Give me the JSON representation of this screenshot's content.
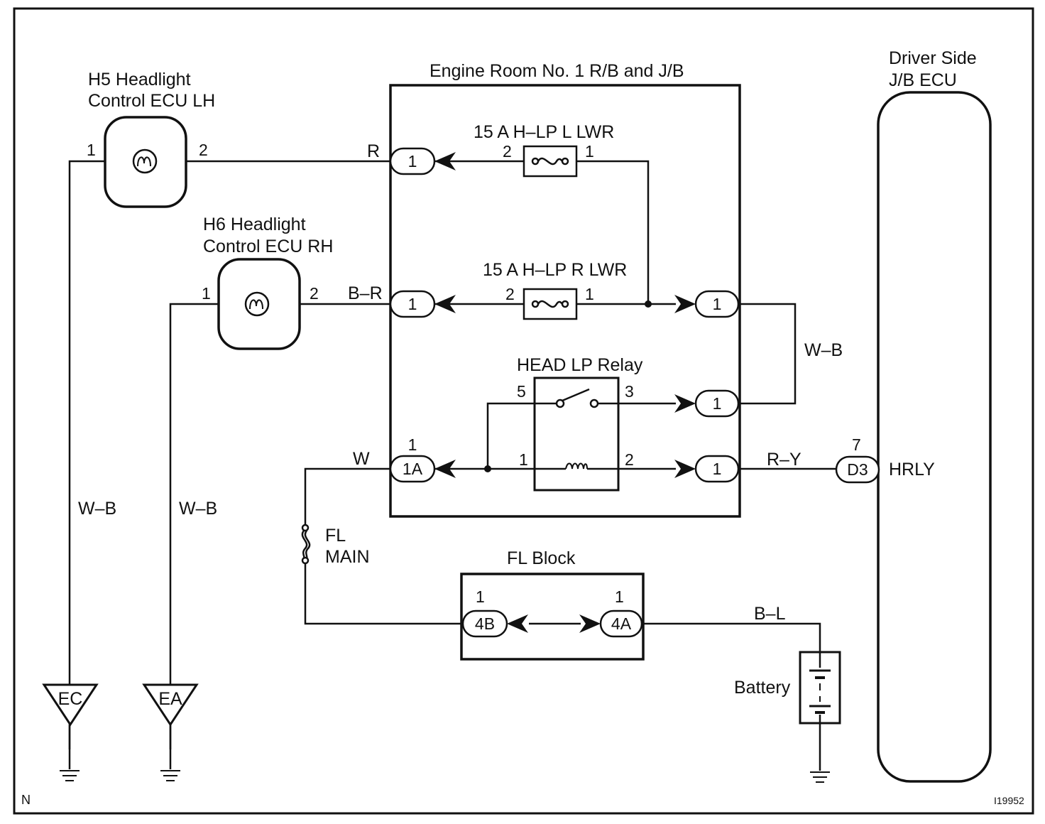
{
  "diagram": {
    "id_code": "I19952",
    "corner_mark": "N",
    "components": {
      "h5": {
        "line1": "H5 Headlight",
        "line2": "Control ECU LH",
        "pin_left": "1",
        "pin_right": "2"
      },
      "h6": {
        "line1": "H6 Headlight",
        "line2": "Control ECU RH",
        "pin_left": "1",
        "pin_right": "2"
      },
      "engine_room_rb": {
        "title": "Engine Room No. 1 R/B and J/B",
        "fuse_l_lwr": {
          "label": "15 A H–LP L LWR",
          "pin_a": "2",
          "pin_b": "1"
        },
        "fuse_r_lwr": {
          "label": "15 A H–LP R LWR",
          "pin_a": "2",
          "pin_b": "1"
        },
        "relay": {
          "label": "HEAD LP Relay",
          "pin_5": "5",
          "pin_3": "3",
          "pin_1": "1",
          "pin_2": "2"
        },
        "connector_1a": {
          "label": "1A",
          "pin": "1"
        },
        "connector_left_top": "1",
        "connector_left_mid": "1",
        "connector_right_1": "1",
        "connector_right_2": "1",
        "connector_right_3": "1"
      },
      "driver_jb": {
        "line1": "Driver Side",
        "line2": "J/B ECU",
        "connector": "D3",
        "pin": "7",
        "terminal": "HRLY"
      },
      "fl_main": {
        "line1": "FL",
        "line2": "MAIN"
      },
      "fl_block": {
        "title": "FL Block",
        "conn_left": "4B",
        "conn_left_pin": "1",
        "conn_right": "4A",
        "conn_right_pin": "1"
      },
      "battery": {
        "label": "Battery"
      },
      "ground_ec": "EC",
      "ground_ea": "EA"
    },
    "wire_colors": {
      "h5_to_rb": "R",
      "h6_to_rb": "B–R",
      "rb_right_loop": "W–B",
      "rb_to_d3": "R–Y",
      "fl_main_to_rb": "W",
      "battery_to_fl": "B–L",
      "h5_ground": "W–B",
      "h6_ground": "W–B"
    }
  }
}
